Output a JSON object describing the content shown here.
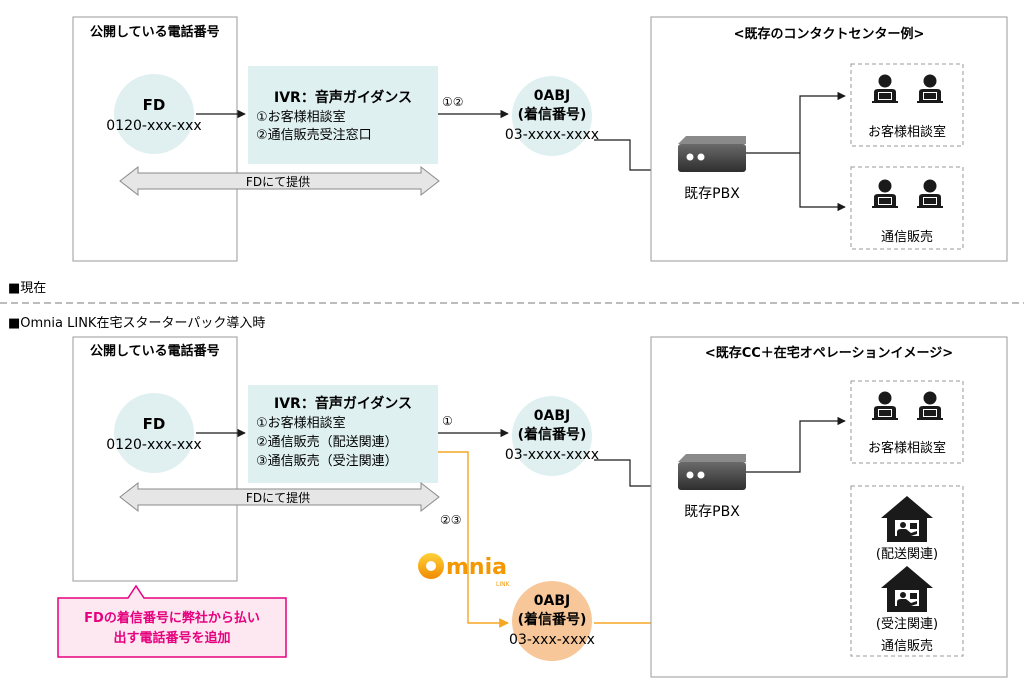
{
  "current": {
    "public_number_title": "公開している電話番号",
    "fd_label": "FD",
    "fd_number": "0120-xxx-xxx",
    "ivr_title": "IVR：音声ガイダンス",
    "ivr_items": [
      "①お客様相談室",
      "②通信販売受注窓口"
    ],
    "route_label": "①②",
    "abj_label": "0ABJ",
    "abj_sub": "(着信番号)",
    "abj_number": "03-xxxx-xxxx",
    "fd_provided_label": "FDにて提供",
    "pbx_label": "既存PBX",
    "center_title": "<既存のコンタクトセンター例>",
    "group1_label": "お客様相談室",
    "group2_label": "通信販売"
  },
  "section_current_label": "■現在",
  "section_new_label": "■Omnia LINK在宅スターターパック導入時",
  "new": {
    "public_number_title": "公開している電話番号",
    "fd_label": "FD",
    "fd_number": "0120-xxx-xxx",
    "ivr_title": "IVR：音声ガイダンス",
    "ivr_items": [
      "①お客様相談室",
      "②通信販売（配送関連）",
      "③通信販売（受注関連）"
    ],
    "route1_label": "①",
    "route23_label": "②③",
    "abj_label": "0ABJ",
    "abj_sub": "(着信番号)",
    "abj_number": "03-xxxx-xxxx",
    "abj2_label": "0ABJ",
    "abj2_sub": "(着信番号)",
    "abj2_number": "03-xxx-xxxx",
    "fd_provided_label": "FDにて提供",
    "pbx_label": "既存PBX",
    "center_title": "<既存CC＋在宅オペレーションイメージ>",
    "group1_label": "お客様相談室",
    "home1_label": "(配送関連)",
    "home2_label": "(受注関連)",
    "group2_label": "通信販売",
    "callout_line1": "FDの着信番号に弊社から払い",
    "callout_line2": "出す電話番号を追加",
    "logo_text": "mnia",
    "logo_sub": "LINK"
  },
  "colors": {
    "teal_box": "#dff0f0",
    "circle": "#e0eff0",
    "orange_circle": "#f7c79a",
    "orange_line": "#f5a623",
    "magenta": "#e6007e",
    "callout_fill": "#fde8f2"
  }
}
